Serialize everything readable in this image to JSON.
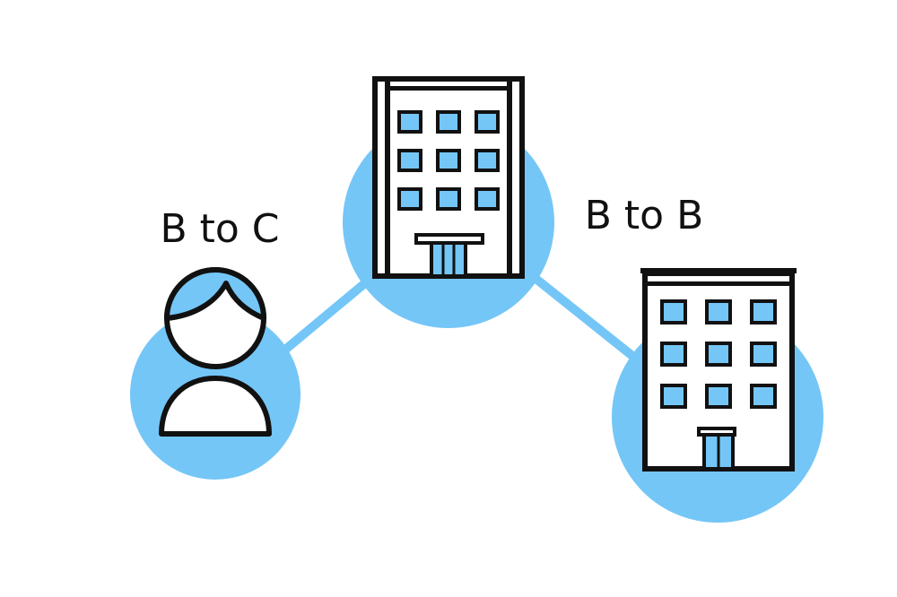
{
  "diagram": {
    "labels": {
      "b_to_c": "B to C",
      "b_to_b": "B to B"
    },
    "nodes": [
      {
        "id": "consumer",
        "icon": "person-icon"
      },
      {
        "id": "company-center",
        "icon": "building-icon"
      },
      {
        "id": "company-right",
        "icon": "building-icon"
      }
    ],
    "edges": [
      {
        "from": "company-center",
        "to": "consumer"
      },
      {
        "from": "company-center",
        "to": "company-right"
      }
    ],
    "colors": {
      "accent": "#74c6f7",
      "stroke": "#111111",
      "background": "#ffffff"
    }
  }
}
